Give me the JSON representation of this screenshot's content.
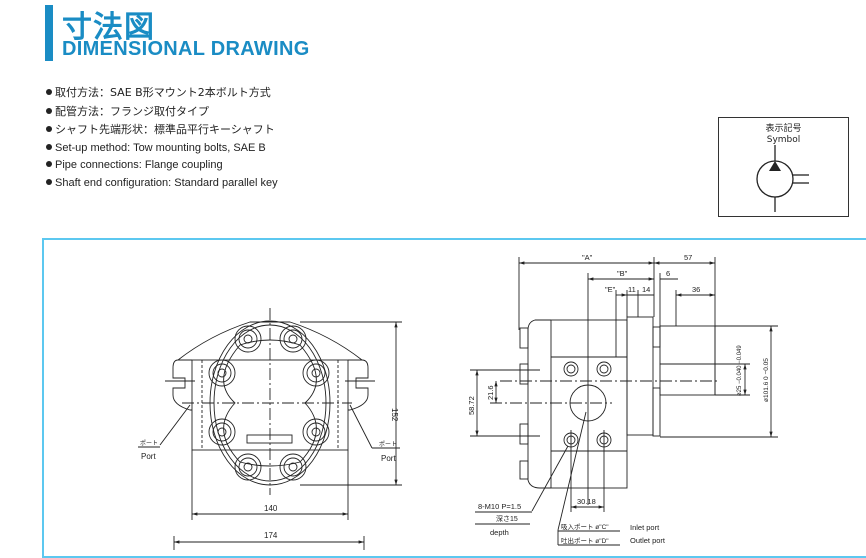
{
  "header": {
    "title_ja": "寸法図",
    "title_en": "DIMENSIONAL DRAWING",
    "accent_color": "#1a8cc4"
  },
  "specs": {
    "ja": [
      "取付方法：SAE B形マウント2本ボルト方式",
      "配管方法：フランジ取付タイプ",
      "シャフト先端形状：標準品平行キーシャフト"
    ],
    "en": [
      "Set-up method: Tow mounting bolts, SAE B",
      "Pipe connections: Flange coupling",
      "Shaft end configuration: Standard parallel key"
    ]
  },
  "symbol": {
    "label_ja": "表示記号",
    "label_en": "Symbol",
    "icon": "hydraulic-pump-symbol"
  },
  "drawing": {
    "frame_color": "#5cc8f0",
    "front_view": {
      "port_ja": "ポート",
      "port_en": "Port",
      "dim_height": "152",
      "dim_body_width": "140",
      "dim_flange_width": "174"
    },
    "side_view": {
      "dim_a": "\"A\"",
      "dim_57": "57",
      "dim_b": "\"B\"",
      "dim_6": "6",
      "dim_e": "\"E\"",
      "dim_11": "11",
      "dim_14": "14",
      "dim_36": "36",
      "dim_58_72": "58.72",
      "dim_21_6": "21.6",
      "dim_30_18": "30.18",
      "shaft_dia": "ø25 −0.040 −0.049",
      "pilot_dia": "ø101.6 0 −0.05",
      "thread": "8-M10 P=1.5",
      "depth_ja": "深さ15",
      "depth_en": "depth",
      "inlet_ja": "吸入ポート ø\"C\"",
      "inlet_en": "Inlet port",
      "outlet_ja": "吐出ポート ø\"D\"",
      "outlet_en": "Outlet port"
    }
  }
}
